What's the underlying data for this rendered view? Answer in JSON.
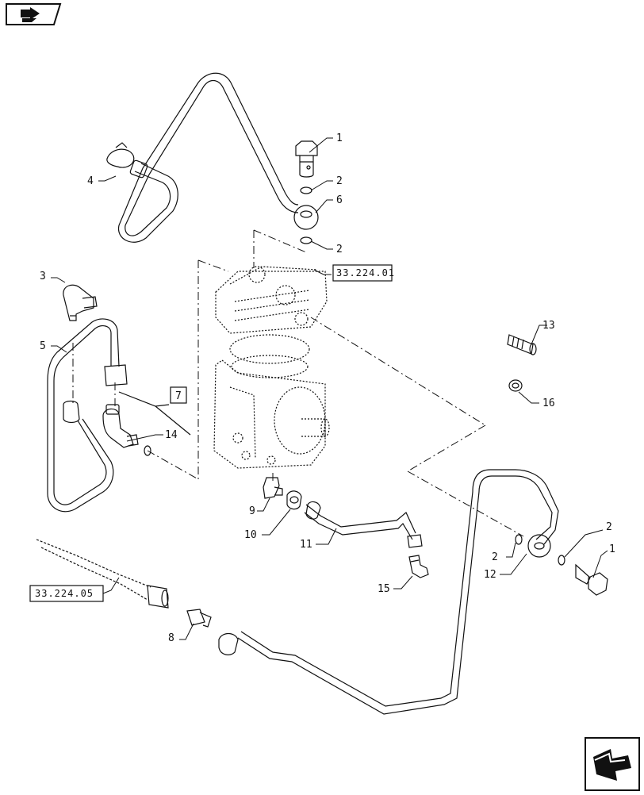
{
  "callouts": {
    "c1a": "1",
    "c2a": "2",
    "c6": "6",
    "c2b": "2",
    "c4": "4",
    "c3": "3",
    "c5": "5",
    "c7": "7",
    "c14": "14",
    "c13": "13",
    "c16": "16",
    "c9": "9",
    "c10": "10",
    "c11": "11",
    "c15": "15",
    "c2c": "2",
    "c2d": "2",
    "c1b": "1",
    "c12": "12",
    "c8": "8"
  },
  "refs": {
    "compressor": "33.224.01",
    "line": "33.224.05"
  },
  "icons": {
    "top_nav": "back-page-icon",
    "bottom_nav": "next-page-icon"
  }
}
